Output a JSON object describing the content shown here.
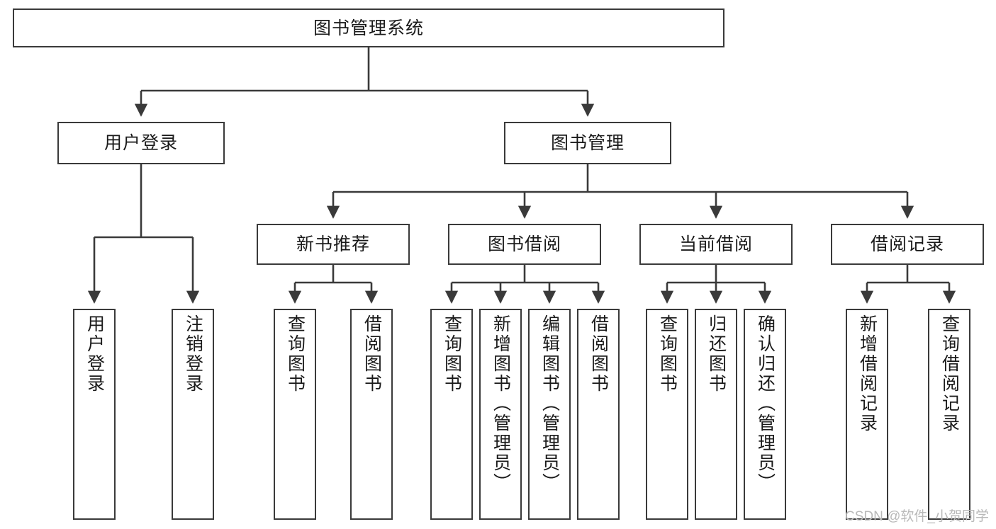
{
  "diagram": {
    "title": "图书管理系统",
    "type": "tree",
    "line_color": "#3a3a3a",
    "box_fill": "#ffffff",
    "text_color": "#1a1a1a"
  },
  "nodes": {
    "root": {
      "label": "图书管理系统"
    },
    "level1": [
      {
        "label": "用户登录"
      },
      {
        "label": "图书管理"
      }
    ],
    "level2": [
      {
        "label": "新书推荐"
      },
      {
        "label": "图书借阅"
      },
      {
        "label": "当前借阅"
      },
      {
        "label": "借阅记录"
      }
    ],
    "leaves": {
      "user_login": [
        {
          "label": "用户登录"
        },
        {
          "label": "注销登录"
        }
      ],
      "new_book_recommend": [
        {
          "label": "查询图书"
        },
        {
          "label": "借阅图书"
        }
      ],
      "book_borrow": [
        {
          "label": "查询图书"
        },
        {
          "label": "新增图书（管理员）"
        },
        {
          "label": "编辑图书（管理员）"
        },
        {
          "label": "借阅图书"
        }
      ],
      "current_borrow": [
        {
          "label": "查询图书"
        },
        {
          "label": "归还图书"
        },
        {
          "label": "确认归还（管理员）"
        }
      ],
      "borrow_record": [
        {
          "label": "新增借阅记录"
        },
        {
          "label": "查询借阅记录"
        }
      ]
    }
  },
  "watermark": {
    "text": "CSDN @软件_小贺同学"
  }
}
